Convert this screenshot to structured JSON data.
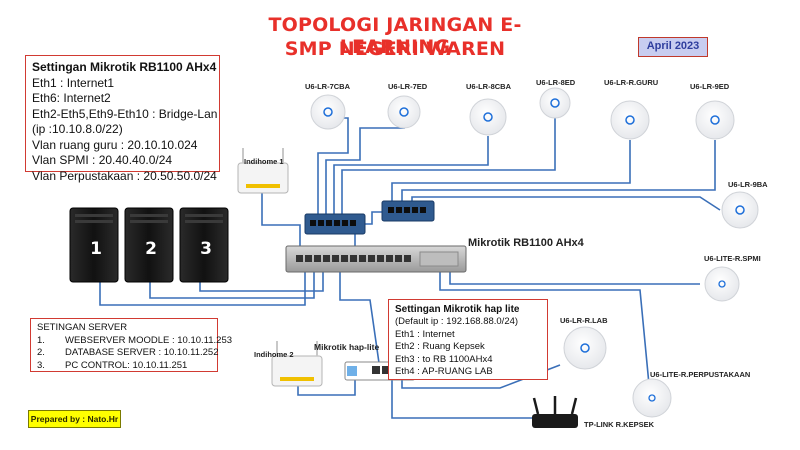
{
  "title_line1": "TOPOLOGI JARINGAN E-LEARNING",
  "title_line2": "SMP NEGERI WAREN",
  "date": "April 2023",
  "prepared_by": "Prepared by : Nato.Hr",
  "rb1100_settings": {
    "heading": "Settingan Mikrotik RB1100 AHx4",
    "lines": [
      "Eth1 : Internet1",
      "Eth6: Internet2",
      "Eth2-Eth5,Eth9-Eth10 : Bridge-Lan",
      "(ip :10.10.8.0/22)",
      "Vlan ruang guru : 20.10.10.024",
      "Vlan SPMI : 20.40.40.0/24",
      "Vlan Perpustakaan : 20.50.50.0/24"
    ]
  },
  "hap_settings": {
    "heading": "Settingan Mikrotik hap lite",
    "lines": [
      "(Default ip : 192.168.88.0/24)",
      "Eth1 : Internet",
      "Eth2 : Ruang Kepsek",
      "Eth3 : to RB 1100AHx4",
      "Eth4 : AP-RUANG LAB"
    ]
  },
  "server_settings": {
    "heading": "SETINGAN SERVER",
    "items": [
      {
        "num": "1.",
        "text": "WEBSERVER MOODLE : 10.10.11.253"
      },
      {
        "num": "2.",
        "text": "DATABASE SERVER : 10.10.11.252"
      },
      {
        "num": "3.",
        "text": "PC CONTROL: 10.10.11.251"
      }
    ]
  },
  "servers": [
    "1",
    "2",
    "3"
  ],
  "devices": {
    "rb1100": "Mikrotik RB1100 AHx4",
    "hap": "Mikrotik hap-lite",
    "indihome1": "Indihome 1",
    "indihome2": "Indihome 2",
    "tplink": "TP-LINK R.KEPSEK"
  },
  "access_points": [
    "U6-LR-7CBA",
    "U6-LR-7ED",
    "U6-LR-8CBA",
    "U6-LR-8ED",
    "U6-LR-R.GURU",
    "U6-LR-9ED",
    "U6-LR-9BA",
    "U6-LITE-R.SPMI",
    "U6-LR-R.LAB",
    "U6-LITE-R.PERPUSTAKAAN"
  ],
  "colors": {
    "title": "#e8302a",
    "box_border": "#d13a32",
    "cable": "#3a6fb8",
    "ap_ring": "#1e6fd9",
    "date_bg": "#c8cdf0"
  }
}
